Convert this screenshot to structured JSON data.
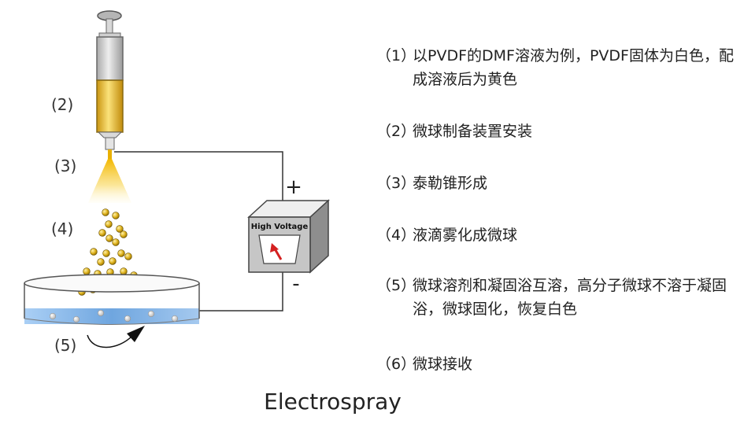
{
  "figure": {
    "caption": "Electrospray",
    "labels": {
      "syringe": "(2)",
      "cone": "(3)",
      "droplets": "(4)",
      "dish": "(5)"
    },
    "power_supply": {
      "title": "High Voltage",
      "positive_sign": "+",
      "negative_sign": "-"
    }
  },
  "notes": [
    {
      "num": "（1）",
      "text": "以PVDF的DMF溶液为例，PVDF固体为白色，配成溶液后为黄色"
    },
    {
      "num": "（2）",
      "text": "微球制备装置安装"
    },
    {
      "num": "（3）",
      "text": "泰勒锥形成"
    },
    {
      "num": "（4）",
      "text": "液滴雾化成微球"
    },
    {
      "num": "（5）",
      "text": "微球溶剂和凝固浴互溶，高分子微球不溶于凝固浴，微球固化，恢复白色"
    },
    {
      "num": "（6）",
      "text": "微球接收"
    }
  ],
  "colors": {
    "solution": "#E8B820",
    "syringe_body": "#C8C8C8",
    "bath": "#9FC4EE",
    "box_front": "#C6C6C6",
    "needle_arrow": "#D42020"
  }
}
